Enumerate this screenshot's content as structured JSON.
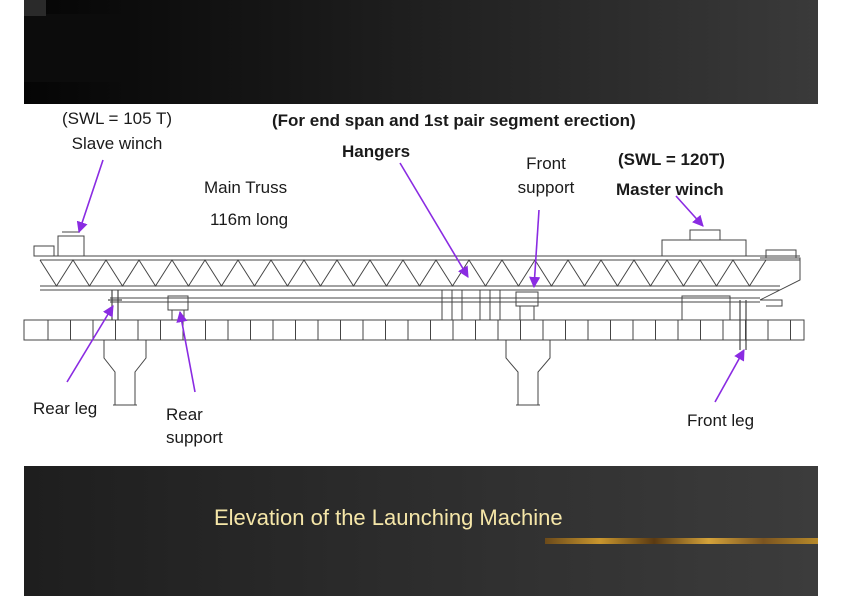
{
  "caption": "Elevation of the Launching Machine",
  "labels": {
    "slave_swl": "(SWL = 105 T)",
    "slave_winch": "Slave winch",
    "erection_note": "(For end span and 1st pair segment erection)",
    "hangers": "Hangers",
    "main_truss": "Main Truss",
    "length": "116m long",
    "front_support_1": "Front",
    "front_support_2": "support",
    "master_swl": "(SWL = 120T)",
    "master_winch": "Master winch",
    "rear_leg": "Rear leg",
    "rear_support_1": "Rear",
    "rear_support_2": "support",
    "front_leg": "Front leg"
  },
  "colors": {
    "arrow": "#8a2be2",
    "drawing": "#444444",
    "caption": "#f5e6a8"
  }
}
